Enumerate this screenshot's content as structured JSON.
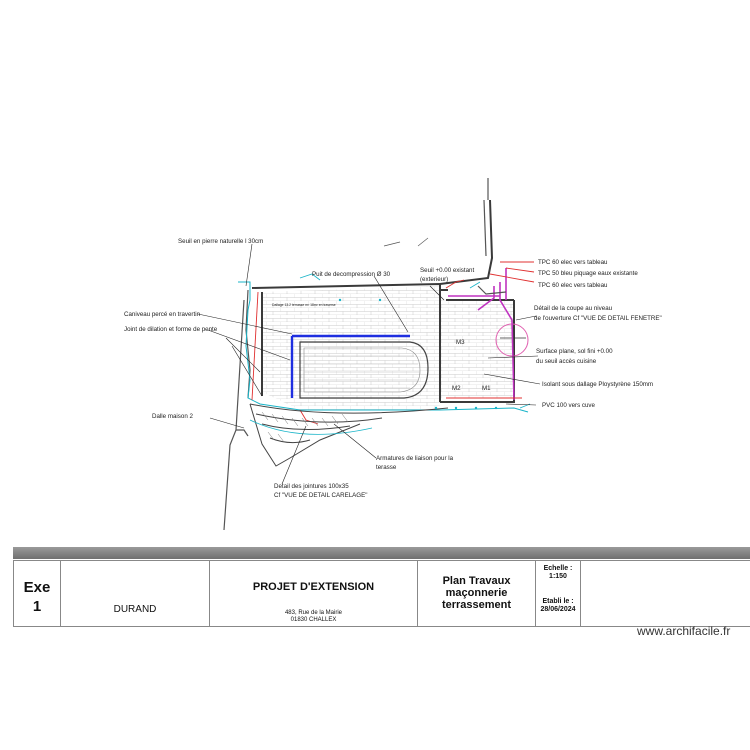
{
  "labels": {
    "seuil_pierre": "Seuil en pierre naturelle l 30cm",
    "puit": "Puit de decompression Ø 30",
    "seuil_existant_1": "Seuil +0.00 existant",
    "seuil_existant_2": "(exterieur)",
    "tpc_elec_1": "TPC 60 elec vers tableau",
    "tpc_bleu": "TPC 50 bleu piquage eaux existante",
    "tpc_elec_2": "TPC 60 elec vers tableau",
    "caniveau": "Caniveau percé en travertin",
    "joint": "Joint de dilation et forme de pente",
    "detail_coupe_1": "Détail de la coupe au niveau",
    "detail_coupe_2": "de l'ouverture Cf \"VUE DE DETAIL FENETRE\"",
    "surface_1": "Surface plane, sol fini +0.00",
    "surface_2": "du seuil accès cuisine",
    "isolant": "Isolant sous dallage Ploystyrène 150mm",
    "pvc": "PVC 100 vers cuve",
    "dalle": "Dalle maison 2",
    "armatures_1": "Armatures de liaison pour la",
    "armatures_2": "terasse",
    "detail_joint_1": "Detail des jointures 100x35",
    "detail_joint_2": "Cf \"VUE DE DETAIL CARELAGE\"",
    "m1": "M1",
    "m2": "M2",
    "m3": "M3",
    "tiny_note": "Dallage 13.2 terrasse m² 18m² en traverse"
  },
  "title_block": {
    "sheet_code": "Exe",
    "sheet_number": "1",
    "client": "DURAND",
    "project": "PROJET D'EXTENSION",
    "address_1": "483, Rue de la Mairie",
    "address_2": "01830 CHALLEX",
    "plan_title_1": "Plan Travaux",
    "plan_title_2": "maçonnerie",
    "plan_title_3": "terrassement",
    "scale_label": "Echelle :",
    "scale_value": "1:150",
    "date_label": "Etabli le :",
    "date_value": "28/06/2024"
  },
  "watermark": "www.archifacile.fr",
  "colors": {
    "drain": "#1f2fe0",
    "wall": "#3a3a3a",
    "red": "#e03030",
    "cyan": "#19b4c8",
    "magenta": "#c032c0",
    "pink": "#e060b0"
  }
}
